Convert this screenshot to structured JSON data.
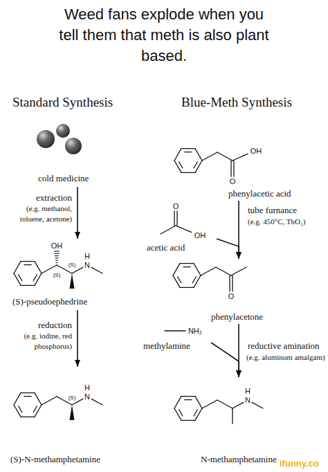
{
  "diagram": {
    "title": "Weed fans explode when you tell them that meth is also plant based.",
    "nodes": [
      {
        "text": [
          "cold medicine"
        ]
      },
      {
        "text": [
          "phenylacetic acid"
        ]
      },
      {
        "text": [
          "acetic acid"
        ]
      },
      {
        "text": [
          "(S)-pseudoephedrine"
        ]
      },
      {
        "text": [
          "phenylacetone"
        ]
      },
      {
        "text": [
          "methylamine"
        ]
      },
      {
        "text": [
          "(S)-N-methamphetamine"
        ]
      },
      {
        "text": [
          "N-methamphetamine"
        ]
      }
    ],
    "edges": [
      {
        "from": 0,
        "to": 3,
        "arrow": "to",
        "label": "extraction"
      },
      {
        "from": 1,
        "to": 4,
        "arrow": "to",
        "label": "tube furnance"
      },
      {
        "from": 2,
        "to": 4,
        "arrow": "to"
      },
      {
        "from": 3,
        "to": 6,
        "arrow": "to",
        "label": "reduction"
      },
      {
        "from": 4,
        "to": 7,
        "arrow": "to",
        "label": "reductive amination"
      },
      {
        "from": 5,
        "to": 7,
        "arrow": "to"
      }
    ],
    "labels": [
      "Standard Synthesis",
      "Blue-Meth Synthesis",
      "OH",
      "O",
      "(e.g. methanol, toluene, acetone)",
      "O",
      "(e.g. 450°C, ThO₂)",
      "OH",
      "OH",
      "H",
      "N",
      "(S)",
      "(S)",
      "O",
      "NH₂",
      "(e.g. iodine, red phosphorus)",
      "(e.g. aluminum amalgam)",
      "H",
      "N",
      "(S)",
      "H",
      "N",
      "ifunny.co"
    ]
  }
}
